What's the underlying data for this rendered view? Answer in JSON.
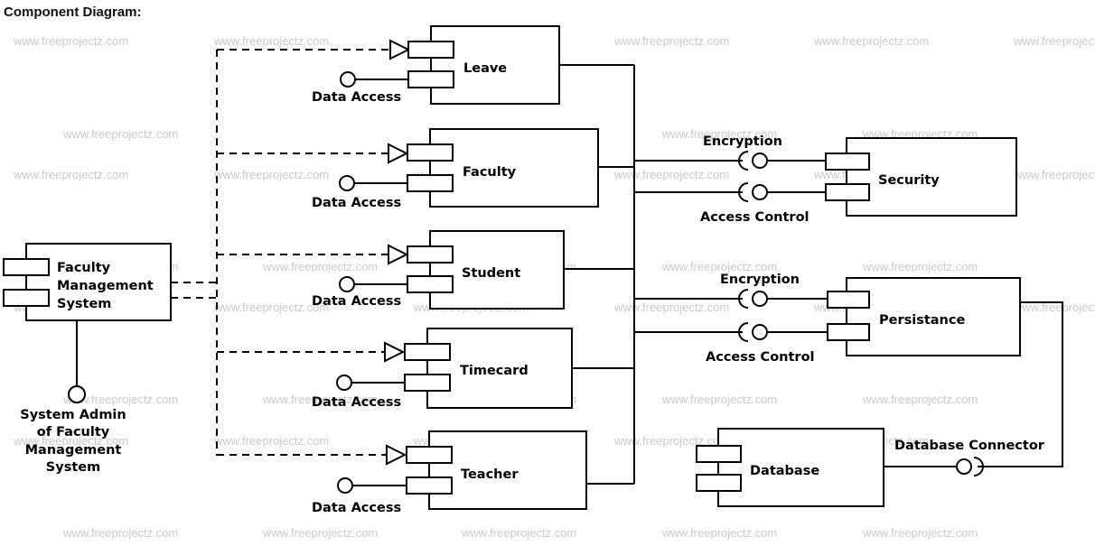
{
  "heading": "Component Diagram:",
  "watermark": "www.freeprojectz.com",
  "components": {
    "leave": "Leave",
    "faculty": "Faculty",
    "student": "Student",
    "timecard": "Timecard",
    "teacher": "Teacher",
    "security": "Security",
    "persistance": "Persistance",
    "database": "Database",
    "fms": [
      "Faculty",
      "Management",
      "System"
    ]
  },
  "interfaces": {
    "data_access": "Data Access",
    "encryption": "Encryption",
    "access_control": "Access Control",
    "database_connector": "Database Connector",
    "system_admin": [
      "System Admin",
      "of Faculty",
      "Management",
      "System"
    ]
  }
}
